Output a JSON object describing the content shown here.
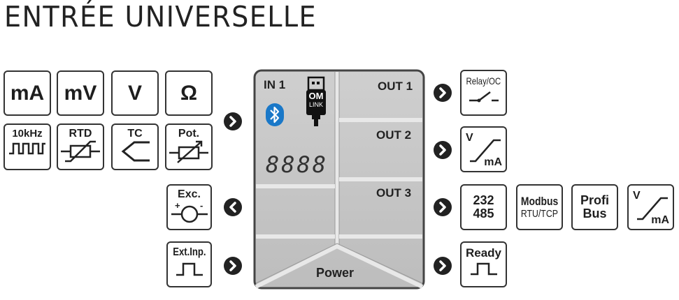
{
  "title": "ENTRÉE UNIVERSELLE",
  "inputs": {
    "row1": [
      "mA",
      "mV",
      "V",
      "Ω"
    ],
    "row2": [
      "10kHz",
      "RTD",
      "TC",
      "Pot."
    ],
    "excitation": "Exc.",
    "external_input": "Ext.Inp."
  },
  "device": {
    "in_label": "IN 1",
    "om_top": "OM",
    "om_bottom": "LINK",
    "display": "8888",
    "out1": "OUT 1",
    "out2": "OUT 2",
    "out3": "OUT 3",
    "power": "Power"
  },
  "outputs": {
    "relay": "Relay/OC",
    "analog_v": "V",
    "analog_ma": "mA",
    "serial_top": "232",
    "serial_bottom": "485",
    "modbus_top": "Modbus",
    "modbus_bottom": "RTU/TCP",
    "profi_top": "Profi",
    "profi_bottom": "Bus",
    "ready": "Ready"
  },
  "colors": {
    "device_body": "#c8c8c8",
    "border": "#333333",
    "bluetooth": "#1a78c8"
  }
}
